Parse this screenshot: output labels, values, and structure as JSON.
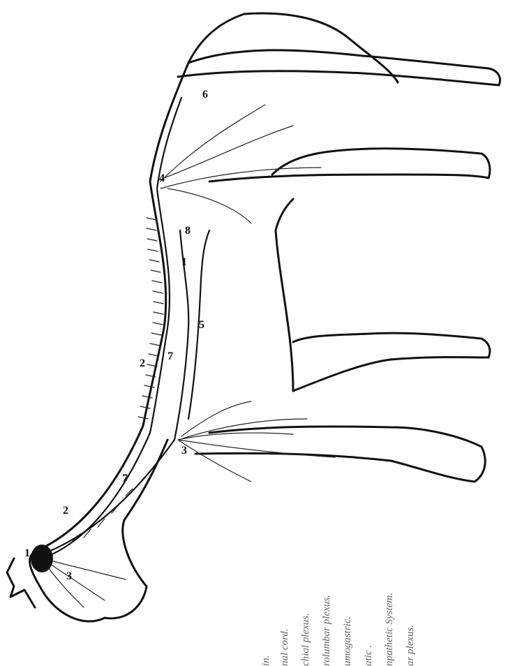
{
  "figure": {
    "labels": [
      {
        "id": "1",
        "text": "1"
      },
      {
        "id": "2",
        "text": "2"
      },
      {
        "id": "3",
        "text": "3"
      },
      {
        "id": "4",
        "text": "4"
      },
      {
        "id": "5",
        "text": "5"
      },
      {
        "id": "6",
        "text": "6"
      },
      {
        "id": "7",
        "text": "7"
      },
      {
        "id": "8",
        "text": "8"
      }
    ],
    "legend": [
      "in.",
      "nal cord.",
      "chial plexus.",
      "rolumbar plexus.",
      "umogastric.",
      "atic .",
      "npathetic System.",
      "ar plexus."
    ]
  }
}
